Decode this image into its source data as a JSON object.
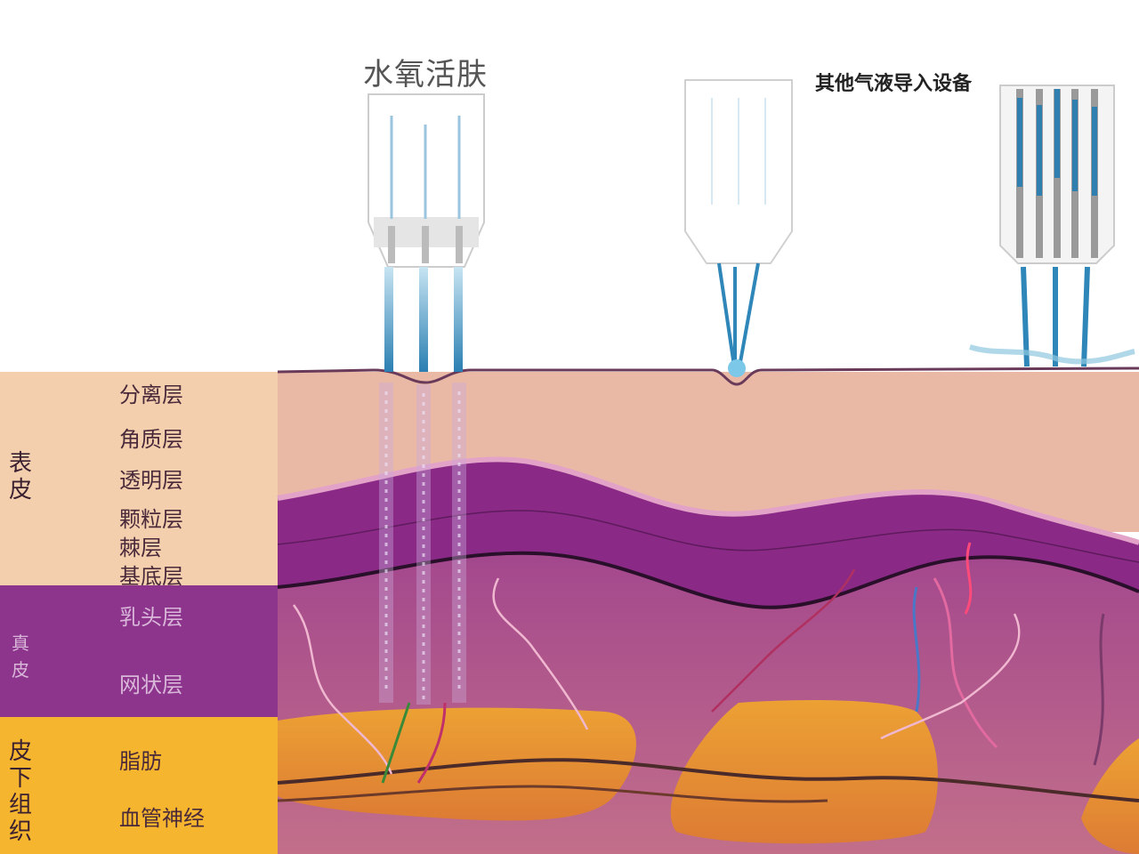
{
  "titles": {
    "hydro": "水氧活肤",
    "other": "其他气液导入设备"
  },
  "groups": {
    "epidermis": [
      "表",
      "皮"
    ],
    "dermis": [
      "真",
      "皮"
    ],
    "subcutis": [
      "皮",
      "下",
      "组",
      "织"
    ]
  },
  "layers": {
    "l1": "分离层",
    "l2": "角质层",
    "l3": "透明层",
    "l4": "颗粒层",
    "l5": "棘层",
    "l6": "基底层",
    "l7": "乳头层",
    "l8": "网状层",
    "l9": "脂肪",
    "l10": "血管神经"
  },
  "colors": {
    "epidermis": "#f3cfae",
    "dermis": "#8a2f8a",
    "fat": "#f6b52e",
    "water": "#2f86b8",
    "vessel": "#d0307a"
  }
}
